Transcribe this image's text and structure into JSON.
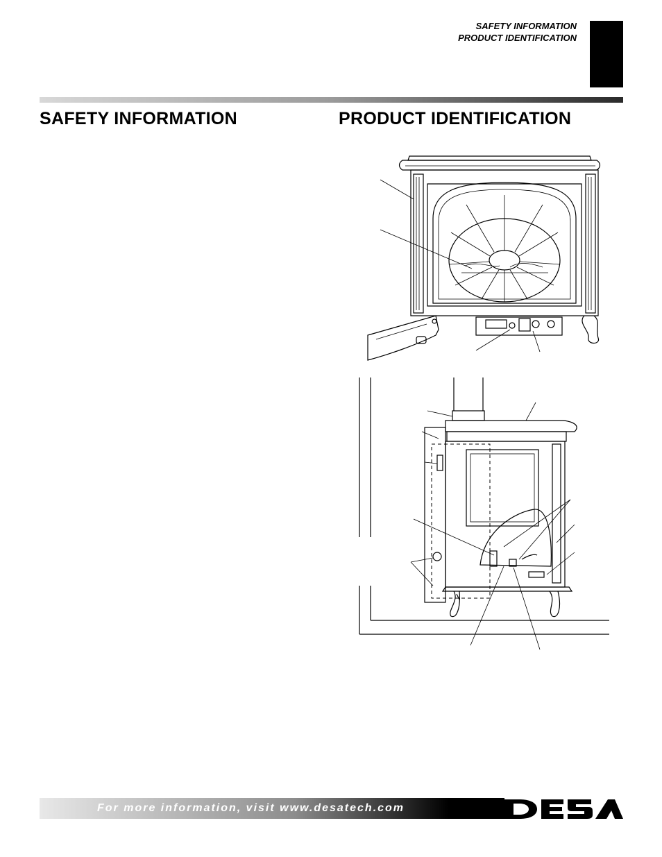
{
  "header": {
    "line1": "SAFETY INFORMATION",
    "line2": "PRODUCT IDENTIFICATION"
  },
  "sections": {
    "safety_title": "SAFETY INFORMATION",
    "product_title": "PRODUCT IDENTIFICATION"
  },
  "footer": {
    "text": "For more information, visit www.desatech.com",
    "logo": "DESA"
  }
}
